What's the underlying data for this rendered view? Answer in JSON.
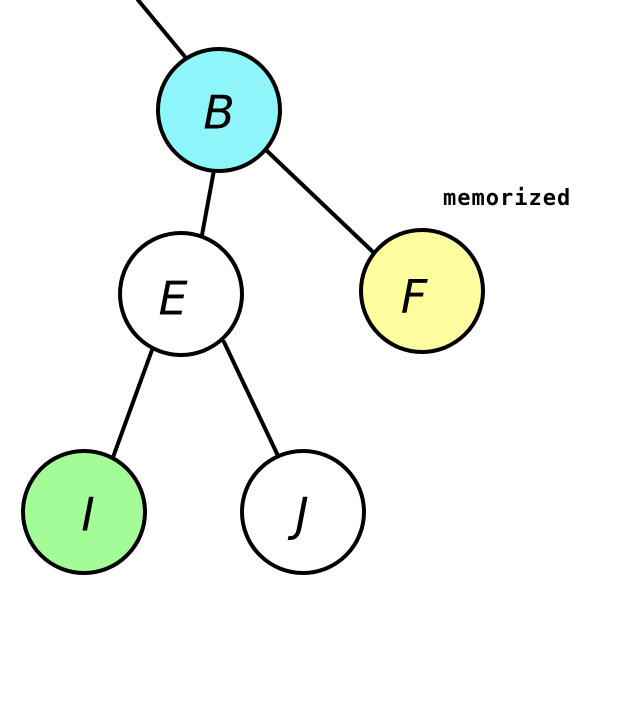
{
  "diagram": {
    "type": "tree",
    "nodes": {
      "B": {
        "label": "B",
        "fill": "#8ef6fb"
      },
      "E": {
        "label": "E",
        "fill": "#ffffff"
      },
      "F": {
        "label": "F",
        "fill": "#fdfd9f"
      },
      "I": {
        "label": "I",
        "fill": "#a3fc97"
      },
      "J": {
        "label": "J",
        "fill": "#ffffff"
      }
    },
    "edges": [
      {
        "from": "parent",
        "to": "B"
      },
      {
        "from": "B",
        "to": "E"
      },
      {
        "from": "B",
        "to": "F"
      },
      {
        "from": "E",
        "to": "I"
      },
      {
        "from": "E",
        "to": "J"
      }
    ],
    "annotation": "memorized"
  }
}
